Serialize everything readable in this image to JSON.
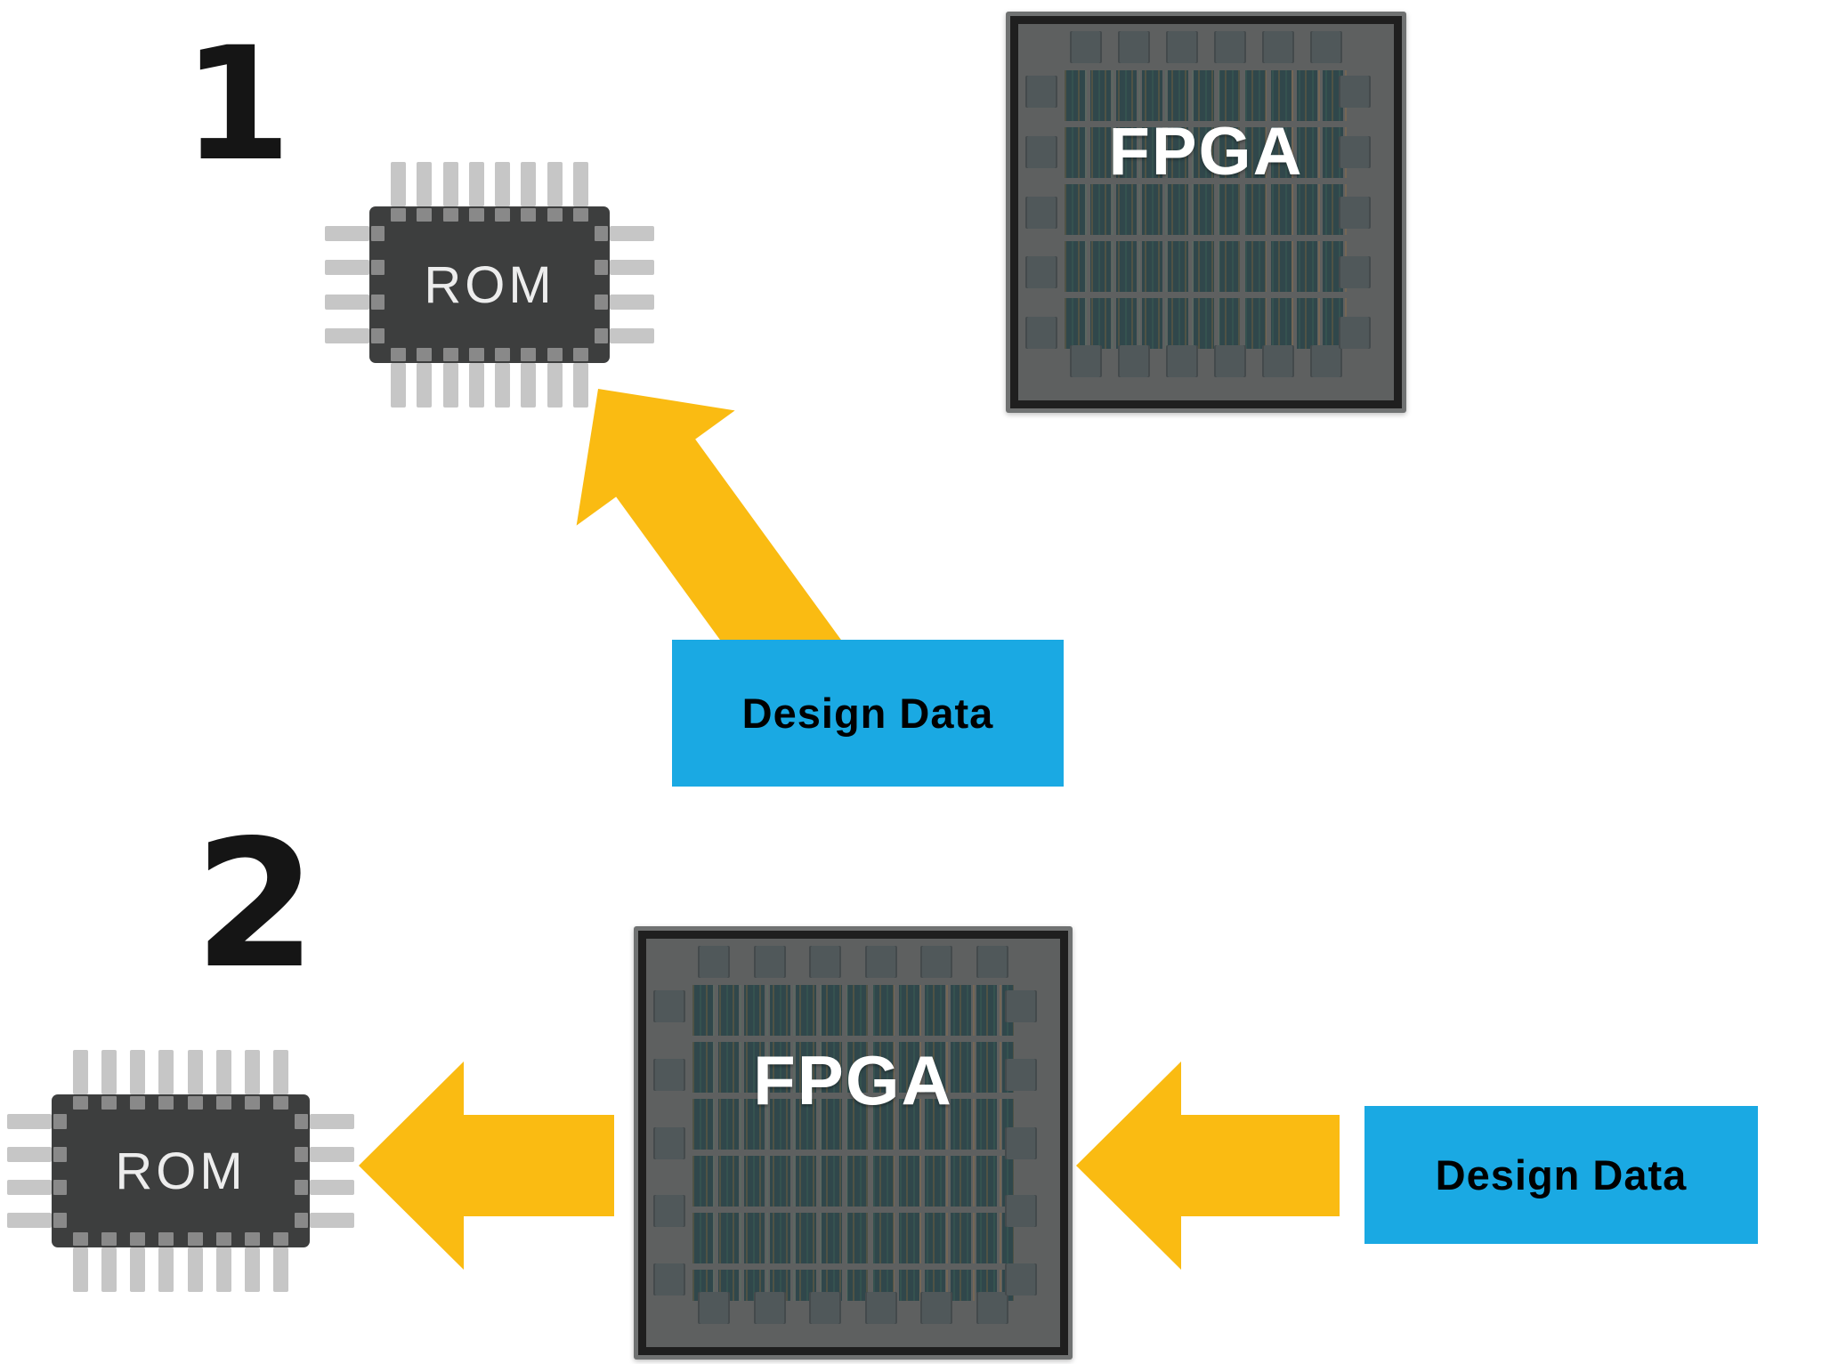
{
  "steps": [
    {
      "number": "1",
      "rom_label": "ROM",
      "fpga_label": "FPGA",
      "design_data_label": "Design Data"
    },
    {
      "number": "2",
      "rom_label": "ROM",
      "fpga_label": "FPGA",
      "design_data_label": "Design Data"
    }
  ],
  "colors": {
    "background": "#FFFFFF",
    "arrow": "#FABB12",
    "data-box-bg": "#1AA9E3",
    "data-box-text": "#000000",
    "rom-body": "#3D3E3E",
    "rom-pin": "#C6C6C6",
    "rom-text": "#EDEDED",
    "fpga-edge": "#707272",
    "fpga-ring": "#1F1F1F",
    "fpga-body": "#5E6060",
    "fpga-cell": "#30474B",
    "fpga-pad": "#50585A",
    "fpga-text": "#FFFFFF",
    "step-number": "#151515"
  }
}
